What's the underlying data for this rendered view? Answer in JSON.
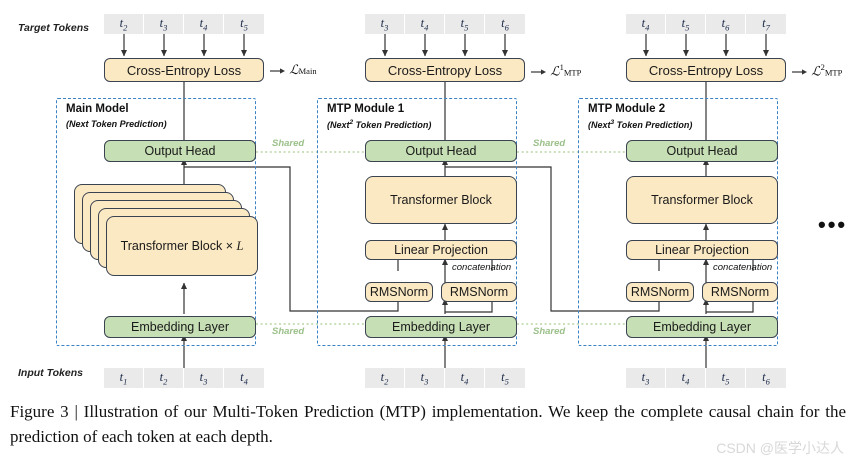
{
  "figure": {
    "row_labels": {
      "target": "Target Tokens",
      "input": "Input Tokens"
    },
    "target_token_rows": [
      [
        "t2",
        "t3",
        "t4",
        "t5"
      ],
      [
        "t3",
        "t4",
        "t5",
        "t6"
      ],
      [
        "t4",
        "t5",
        "t6",
        "t7"
      ]
    ],
    "input_token_rows": [
      [
        "t1",
        "t2",
        "t3",
        "t4"
      ],
      [
        "t2",
        "t3",
        "t4",
        "t5"
      ],
      [
        "t3",
        "t4",
        "t5",
        "t6"
      ]
    ],
    "loss_boxes": [
      {
        "label": "Cross-Entropy Loss",
        "symbol_base": "L",
        "symbol_sub": "Main",
        "symbol_sup": ""
      },
      {
        "label": "Cross-Entropy Loss",
        "symbol_base": "L",
        "symbol_sub": "MTP",
        "symbol_sup": "1"
      },
      {
        "label": "Cross-Entropy Loss",
        "symbol_base": "L",
        "symbol_sub": "MTP",
        "symbol_sup": "2"
      }
    ],
    "modules": [
      {
        "title": "Main Model",
        "subtitle_pre": "(Next",
        "subtitle_sup": "",
        "subtitle_post": " Token Prediction)",
        "output_head": "Output Head",
        "core_block": "Transformer Block × L",
        "embedding": "Embedding Layer"
      },
      {
        "title": "MTP Module 1",
        "subtitle_pre": "(Next",
        "subtitle_sup": "2",
        "subtitle_post": " Token Prediction)",
        "output_head": "Output Head",
        "core_block": "Transformer Block",
        "linear_projection": "Linear Projection",
        "rmsnorm_left": "RMSNorm",
        "rmsnorm_right": "RMSNorm",
        "concatenation": "concatenation",
        "embedding": "Embedding Layer"
      },
      {
        "title": "MTP Module 2",
        "subtitle_pre": "(Next",
        "subtitle_sup": "3",
        "subtitle_post": " Token Prediction)",
        "output_head": "Output Head",
        "core_block": "Transformer Block",
        "linear_projection": "Linear Projection",
        "rmsnorm_left": "RMSNorm",
        "rmsnorm_right": "RMSNorm",
        "concatenation": "concatenation",
        "embedding": "Embedding Layer"
      }
    ],
    "shared_labels": [
      "Shared",
      "Shared",
      "Shared",
      "Shared"
    ],
    "ellipsis": "•••",
    "colors": {
      "yellow_fill": "#fbe9c4",
      "green_fill": "#c6dfb4",
      "box_border": "#3b4351",
      "module_border": "#3b82c4",
      "token_fill": "#eaeaea",
      "shared_text": "#9bc08a",
      "shared_line": "#b8d6a4",
      "arrow": "#333333"
    }
  },
  "caption": "Figure 3 | Illustration of our Multi-Token Prediction (MTP) implementation.  We keep the complete causal chain for the prediction of each token at each depth.",
  "watermark": "CSDN @医学小达人"
}
